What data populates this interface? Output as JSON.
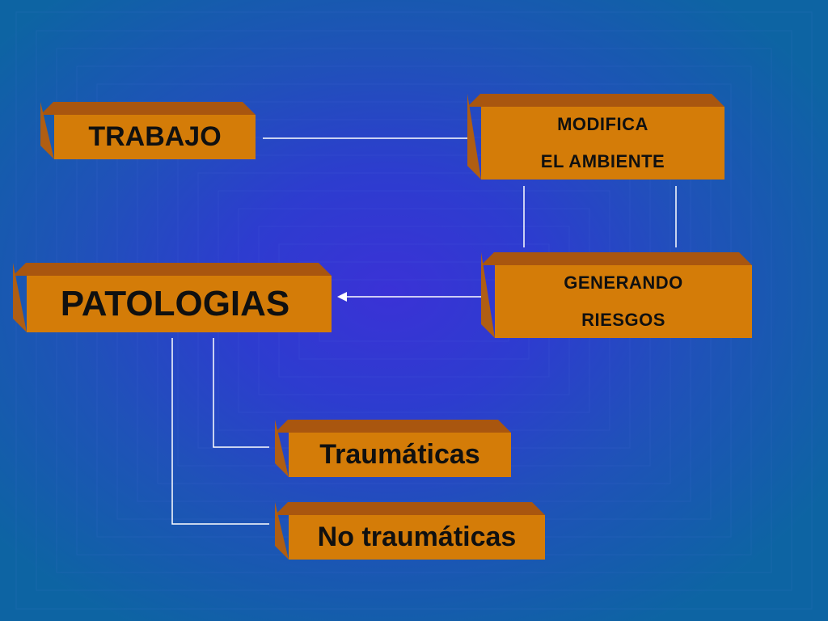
{
  "slide": {
    "background_color": "#2d3ccf",
    "block_color": "#d47c08"
  },
  "diagram": {
    "nodes": {
      "trabajo": {
        "label": "TRABAJO"
      },
      "modifica": {
        "line1": "MODIFICA",
        "line2": "EL AMBIENTE"
      },
      "generando": {
        "line1": "GENERANDO",
        "line2": "RIESGOS"
      },
      "patologias": {
        "label": "PATOLOGIAS"
      },
      "traumaticas": {
        "label": "Traumáticas"
      },
      "no_traumaticas": {
        "label": "No traumáticas"
      }
    },
    "edges": [
      {
        "from": "trabajo",
        "to": "modifica"
      },
      {
        "from": "modifica",
        "to": "generando"
      },
      {
        "from": "generando",
        "to": "patologias",
        "arrow": true
      },
      {
        "from": "patologias",
        "to": "traumaticas"
      },
      {
        "from": "patologias",
        "to": "no_traumaticas"
      }
    ]
  }
}
